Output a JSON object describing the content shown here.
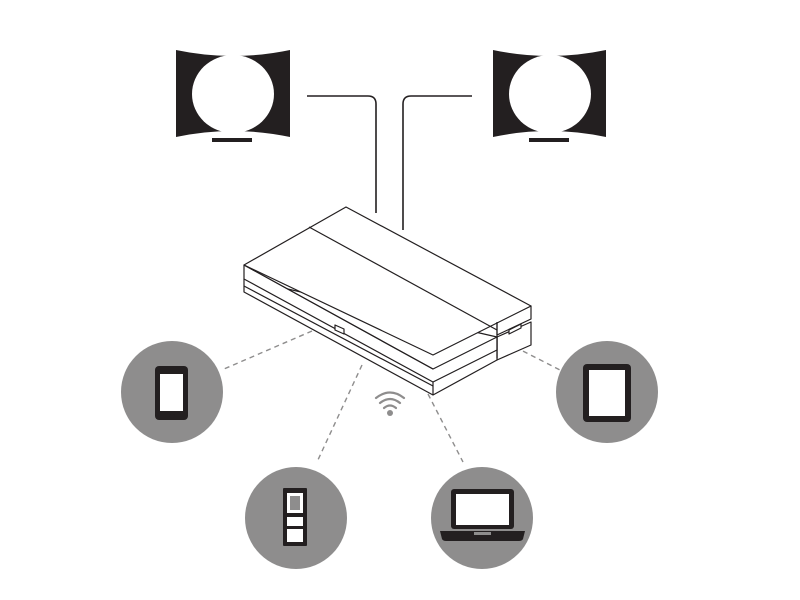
{
  "diagram": {
    "colors": {
      "background": "#ffffff",
      "speaker_cabinet": "#231f20",
      "speaker_cone": "#ffffff",
      "wire": "#231f20",
      "hub_fill": "#ffffff",
      "hub_outline": "#231f20",
      "device_circle": "#8e8d8d",
      "device_fill": "#ffffff",
      "device_outline": "#231f20",
      "dashed_link": "#8e8d8d",
      "wireless_icon": "#8e8d8d"
    },
    "components": {
      "speakers": [
        {
          "id": "left",
          "icon": "speaker-icon"
        },
        {
          "id": "right",
          "icon": "speaker-icon"
        }
      ],
      "hub": {
        "icon": "media-hub-icon"
      },
      "wireless": {
        "icon": "wireless-signal-icon"
      },
      "devices": [
        {
          "id": "smartphone",
          "icon": "smartphone-icon"
        },
        {
          "id": "remote",
          "icon": "remote-control-icon"
        },
        {
          "id": "laptop",
          "icon": "laptop-icon"
        },
        {
          "id": "tablet",
          "icon": "tablet-icon"
        }
      ]
    }
  }
}
